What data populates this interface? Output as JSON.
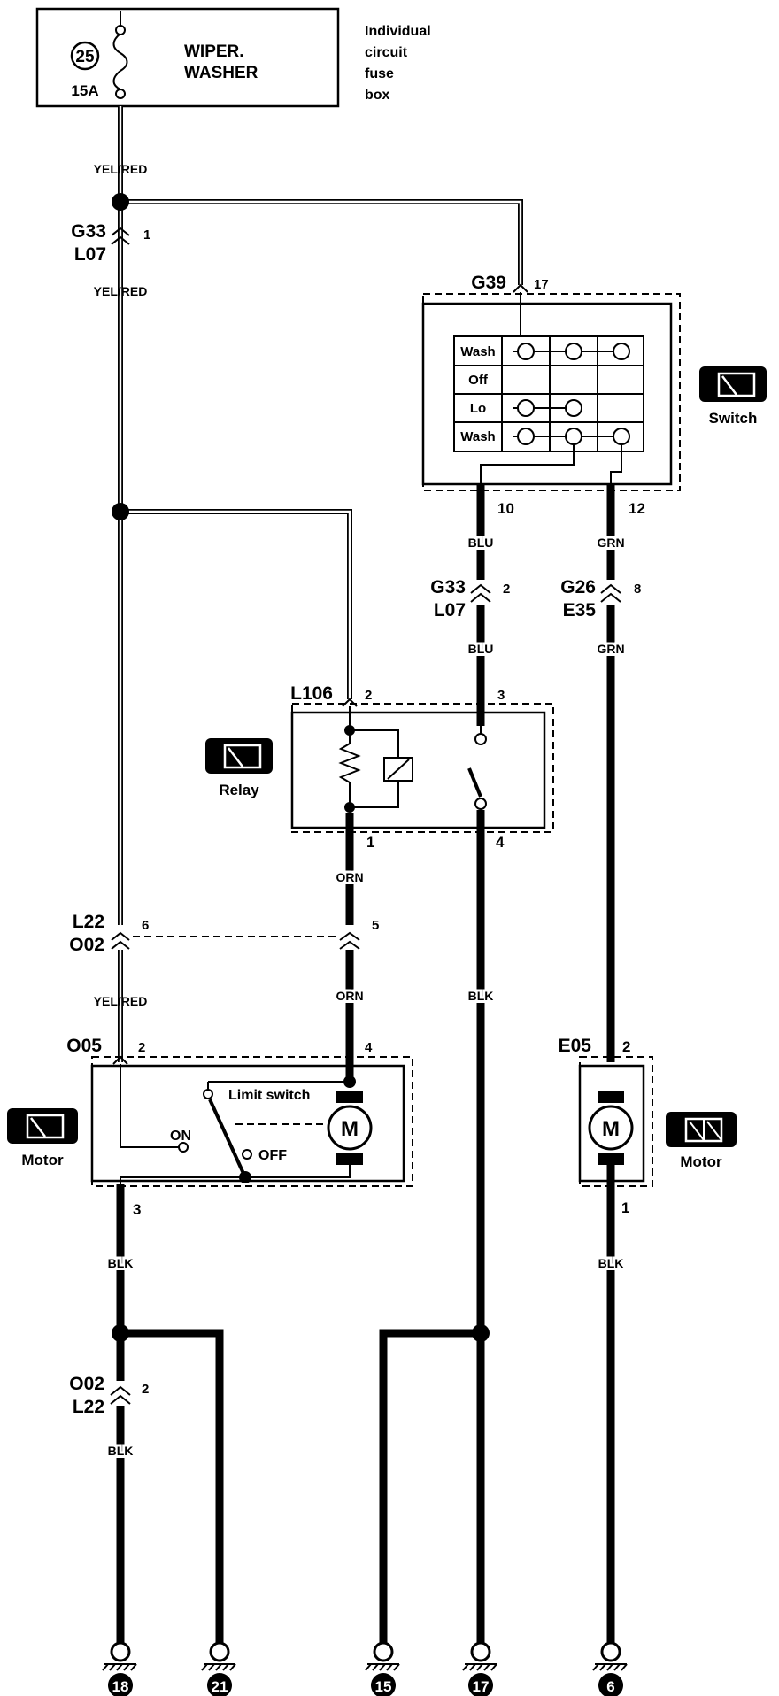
{
  "fuse_box": {
    "fuse_number": "25",
    "rating": "15A",
    "title_line1": "WIPER.",
    "title_line2": "WASHER",
    "caption_line1": "Individual",
    "caption_line2": "circuit",
    "caption_line3": "fuse",
    "caption_line4": "box"
  },
  "wire_labels": {
    "yelred_1": "YEL/RED",
    "yelred_2": "YEL/RED",
    "yelred_3": "YEL/RED",
    "blu_1": "BLU",
    "blu_2": "BLU",
    "grn_1": "GRN",
    "grn_2": "GRN",
    "orn_1": "ORN",
    "orn_2": "ORN",
    "blk_left_1": "BLK",
    "blk_left_2": "BLK",
    "blk_mid": "BLK",
    "blk_right": "BLK"
  },
  "connectors": {
    "g33_l07_a": {
      "top": "G33",
      "bottom": "L07",
      "pin": "1"
    },
    "g33_l07_b": {
      "top": "G33",
      "bottom": "L07",
      "pin": "2"
    },
    "g26_e35": {
      "top": "G26",
      "bottom": "E35",
      "pin": "8"
    },
    "l22_o02": {
      "top": "L22",
      "bottom": "O02",
      "pin": "6",
      "pin2": "5"
    },
    "o02_l22": {
      "top": "O02",
      "bottom": "L22",
      "pin": "2"
    }
  },
  "switch": {
    "id": "G39",
    "pin_in": "17",
    "pin_blu": "10",
    "pin_grn": "12",
    "rows": [
      "Wash",
      "Off",
      "Lo",
      "Wash"
    ],
    "badge_label": "Switch"
  },
  "relay": {
    "id": "L106",
    "pin_coil_in": "2",
    "pin_switch_in": "3",
    "pin_coil_out": "1",
    "pin_switch_out": "4",
    "badge_label": "Relay"
  },
  "motor_left": {
    "id": "O05",
    "pin_top_left": "2",
    "pin_top_right": "4",
    "pin_bottom": "3",
    "limit_switch": "Limit switch",
    "on": "ON",
    "off": "OFF",
    "motor_symbol": "M",
    "badge_label": "Motor"
  },
  "motor_right": {
    "id": "E05",
    "pin_top": "2",
    "pin_bottom": "1",
    "motor_symbol": "M",
    "badge_label": "Motor"
  },
  "grounds": [
    "18",
    "21",
    "15",
    "17",
    "6"
  ]
}
